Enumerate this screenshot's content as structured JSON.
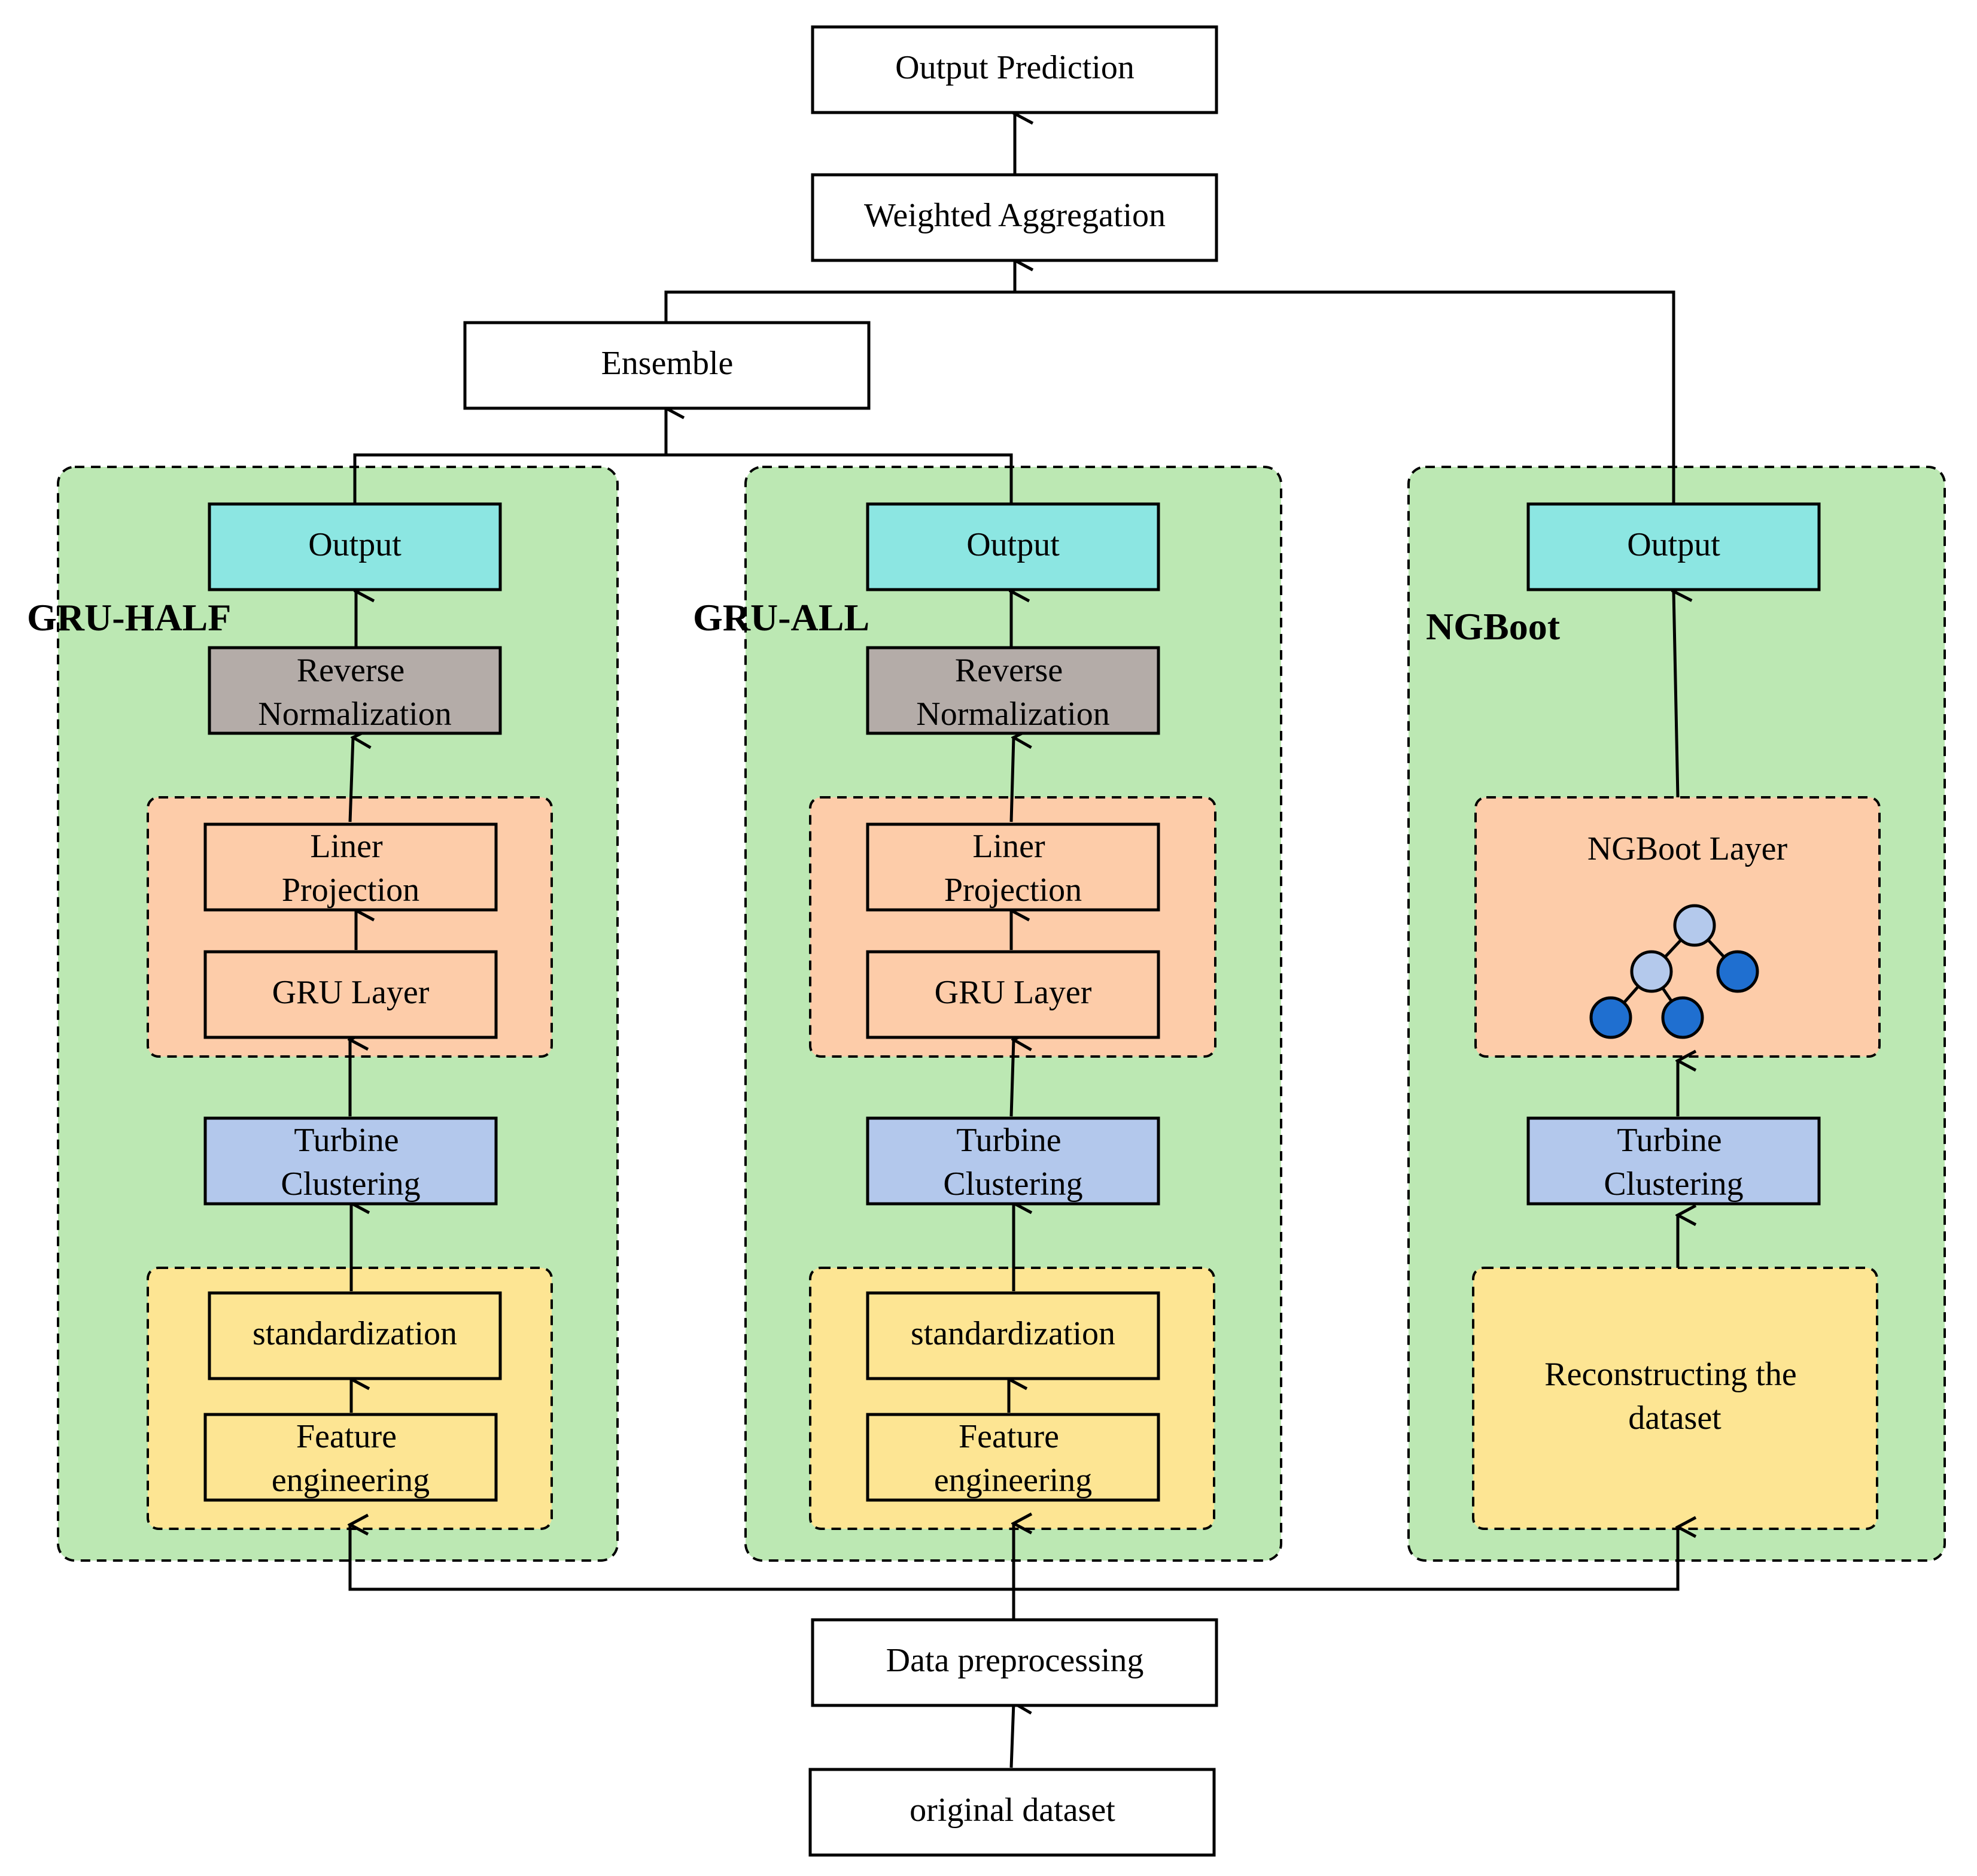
{
  "colors": {
    "panel_green": "#bce8b3",
    "block_orange": "#fdcca9",
    "block_yellow": "#fde593",
    "output_cyan": "#8ce6e2",
    "reverse_gray": "#b4aca8",
    "cluster_blue": "#b3c8ec",
    "node_light": "#b4c9ec",
    "node_dark": "#1f6fd0",
    "stroke": "#000000"
  },
  "top": {
    "output_prediction": "Output Prediction",
    "weighted_aggregation": "Weighted Aggregation",
    "ensemble": "Ensemble"
  },
  "bottom": {
    "data_preprocessing": "Data preprocessing",
    "original_dataset": "original dataset"
  },
  "gru_half": {
    "title": "GRU-HALF",
    "output": "Output",
    "reverse_normalization": [
      "Reverse",
      "Normalization"
    ],
    "liner_projection": [
      "Liner",
      "Projection"
    ],
    "gru_layer": "GRU Layer",
    "turbine_clustering": [
      "Turbine",
      "Clustering"
    ],
    "standardization": "standardization",
    "feature_engineering": [
      "Feature",
      "engineering"
    ]
  },
  "gru_all": {
    "title": "GRU-ALL",
    "output": "Output",
    "reverse_normalization": [
      "Reverse",
      "Normalization"
    ],
    "liner_projection": [
      "Liner",
      "Projection"
    ],
    "gru_layer": "GRU Layer",
    "turbine_clustering": [
      "Turbine",
      "Clustering"
    ],
    "standardization": "standardization",
    "feature_engineering": [
      "Feature",
      "engineering"
    ]
  },
  "ngboot": {
    "title": "NGBoot",
    "output": "Output",
    "ngboot_layer": "NGBoot Layer",
    "turbine_clustering": [
      "Turbine",
      "Clustering"
    ],
    "reconstructing": [
      "Reconstructing the",
      "dataset"
    ]
  }
}
